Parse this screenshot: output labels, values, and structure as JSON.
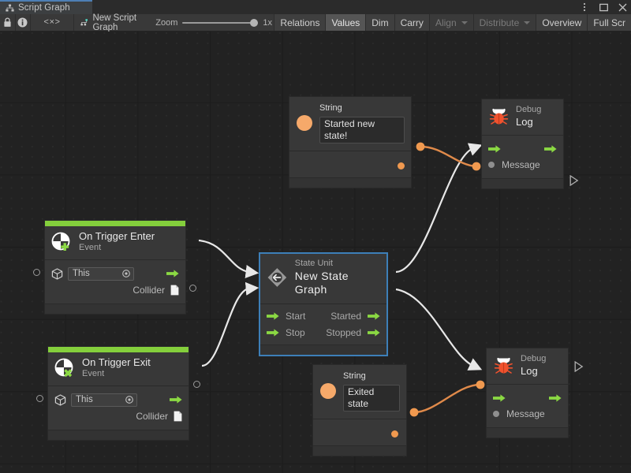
{
  "window": {
    "tab_label": "Script Graph",
    "tab_icon": "script-graph-icon",
    "controls": [
      {
        "name": "more-options-icon",
        "glyph": "⋮"
      },
      {
        "name": "maximize-icon",
        "glyph": "▢"
      },
      {
        "name": "close-icon",
        "glyph": "✕"
      }
    ],
    "accent_color": "#4d7fb5"
  },
  "toolbar": {
    "lock_icon": "lock-icon",
    "info_icon": "info-icon",
    "code_label": "<×>",
    "graph_name": "New Script Graph",
    "graph_icon": "graph-node-icon",
    "zoom_label": "Zoom",
    "zoom_value": "1x",
    "zoom_slider_pct": 100,
    "buttons": [
      {
        "label": "Relations",
        "state": "normal",
        "caret": false
      },
      {
        "label": "Values",
        "state": "active",
        "caret": false
      },
      {
        "label": "Dim",
        "state": "normal",
        "caret": false
      },
      {
        "label": "Carry",
        "state": "normal",
        "caret": false
      },
      {
        "label": "Align",
        "state": "dim",
        "caret": true
      },
      {
        "label": "Distribute",
        "state": "dim",
        "caret": true
      },
      {
        "label": "Overview",
        "state": "normal",
        "caret": false
      },
      {
        "label": "Full Scr",
        "state": "normal",
        "caret": false
      }
    ]
  },
  "canvas": {
    "background_color": "#222222",
    "grid_dot_color": "#2b2b2b",
    "grid_line_color": "#1c1c1c"
  },
  "nodes": {
    "string_top": {
      "title": "String",
      "value": "Started new state!",
      "port_icon": "string-value-icon",
      "output_port": "output-dot"
    },
    "string_bottom": {
      "title": "String",
      "value": "Exited state",
      "port_icon": "string-value-icon",
      "output_port": "output-dot"
    },
    "debug_log_top": {
      "subtitle": "Debug",
      "title": "Log",
      "icon": "bug-icon",
      "input_flow": "enter",
      "output_flow": "exit",
      "message_label": "Message"
    },
    "debug_log_bottom": {
      "subtitle": "Debug",
      "title": "Log",
      "icon": "bug-icon",
      "input_flow": "enter",
      "output_flow": "exit",
      "message_label": "Message"
    },
    "on_trigger_enter": {
      "title": "On Trigger Enter",
      "subtitle": "Event",
      "icon": "event-enter-icon",
      "accent_color": "#84cf3c",
      "target_value": "This",
      "target_icon": "game-object-icon",
      "collider_label": "Collider",
      "collider_icon": "collider-doc-icon"
    },
    "on_trigger_exit": {
      "title": "On Trigger Exit",
      "subtitle": "Event",
      "icon": "event-exit-icon",
      "accent_color": "#84cf3c",
      "target_value": "This",
      "target_icon": "game-object-icon",
      "collider_label": "Collider",
      "collider_icon": "collider-doc-icon"
    },
    "state_unit": {
      "subtitle": "State Unit",
      "title": "New  State  Graph",
      "icon": "state-unit-icon",
      "selected": true,
      "selection_color": "#3d7fb8",
      "inputs": [
        "Start",
        "Stop"
      ],
      "outputs": [
        "Started",
        "Stopped"
      ]
    }
  },
  "connections": {
    "flow_color": "#e8e8e8",
    "value_color": "#e08a4a"
  }
}
